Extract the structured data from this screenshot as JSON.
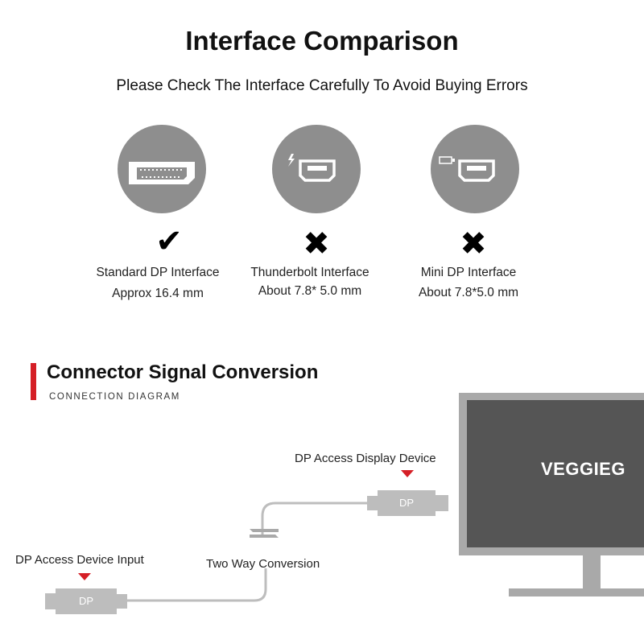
{
  "header": {
    "title": "Interface Comparison",
    "subtitle": "Please Check The Interface Carefully To Avoid Buying Errors"
  },
  "interfaces": [
    {
      "icon": "displayport-connector-icon",
      "mark": "✔",
      "mark_name": "checkmark-icon",
      "name": "Standard DP Interface",
      "size": "Approx 16.4 mm"
    },
    {
      "icon": "thunderbolt-connector-icon",
      "mark": "✖",
      "mark_name": "cross-icon",
      "name": "Thunderbolt Interface",
      "size": "About 7.8* 5.0 mm"
    },
    {
      "icon": "mini-dp-connector-icon",
      "mark": "✖",
      "mark_name": "cross-icon",
      "name": "Mini DP Interface",
      "size": "About 7.8*5.0 mm"
    }
  ],
  "section": {
    "title": "Connector Signal Conversion",
    "subtitle": "CONNECTION DIAGRAM"
  },
  "diagram": {
    "display_label": "DP Access Display Device",
    "input_label": "DP Access Device Input",
    "conversion_label": "Two Way Conversion",
    "plug_label": "DP",
    "brand": "VEGGIEG"
  },
  "colors": {
    "accent_red": "#d51f26",
    "circle_gray": "#8e8e8e",
    "monitor_frame": "#a9a9a9",
    "monitor_screen": "#555555",
    "cable_gray": "#bdbdbd"
  }
}
